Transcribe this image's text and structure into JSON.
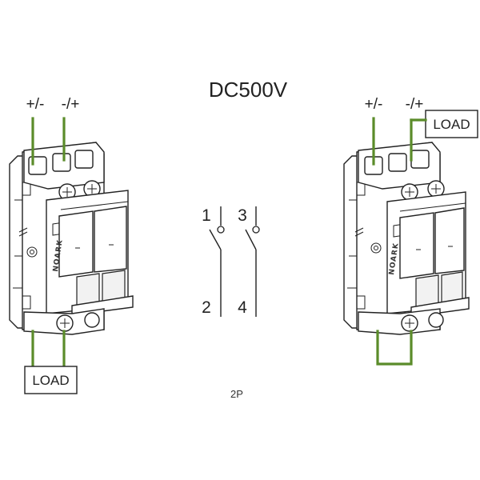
{
  "title": "DC500V",
  "footer": "2P",
  "brand": "NOARK",
  "wire_color": "#5b8c2a",
  "left_breaker": {
    "terminal_a": "+/-",
    "terminal_b": "-/+",
    "load_label": "LOAD"
  },
  "right_breaker": {
    "terminal_a": "+/-",
    "terminal_b": "-/+",
    "load_label": "LOAD"
  },
  "schematic": {
    "pole_top_1": "1",
    "pole_top_3": "3",
    "pole_bottom_2": "2",
    "pole_bottom_4": "4"
  }
}
